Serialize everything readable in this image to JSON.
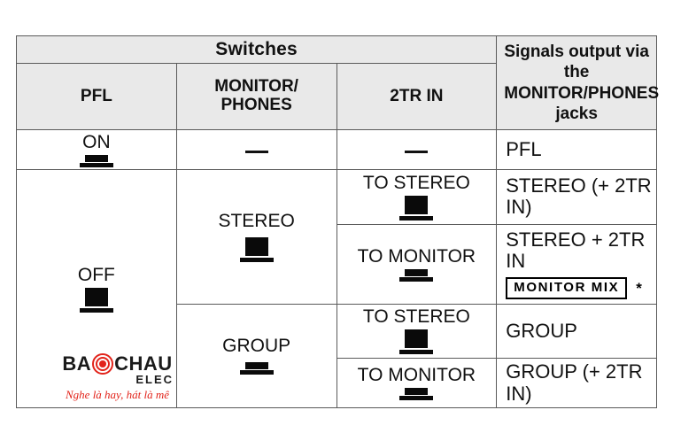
{
  "table": {
    "header": {
      "group_switches": "Switches",
      "col_pfl": "PFL",
      "col_monitor_phones": "MONITOR/\nPHONES",
      "col_monitor_phones_line1": "MONITOR/",
      "col_monitor_phones_line2": "PHONES",
      "col_2tr_in": "2TR IN",
      "col_output": "Signals output via the MONITOR/PHONES jacks",
      "col_output_line1": "Signals output via the",
      "col_output_line2": "MONITOR/PHONES",
      "col_output_line3": "jacks"
    },
    "rows": [
      {
        "pfl": "ON",
        "pfl_icon": "switch-pressed-icon",
        "monitor_phones": "—",
        "monitor_phones_icon": "dash",
        "tr2_in": "—",
        "tr2_in_icon": "dash",
        "output": "PFL"
      },
      {
        "pfl": "OFF",
        "pfl_icon": "switch-raised-icon",
        "monitor_phones": "STEREO",
        "monitor_phones_icon": "switch-raised-icon",
        "tr2_in": "TO STEREO",
        "tr2_in_icon": "switch-raised-icon",
        "output": "STEREO (+ 2TR IN)"
      },
      {
        "pfl": "",
        "monitor_phones": "",
        "tr2_in": "TO MONITOR",
        "tr2_in_icon": "switch-pressed-icon",
        "output": "STEREO + 2TR IN",
        "output_tag": "MONITOR MIX",
        "output_footnote": "*"
      },
      {
        "pfl": "",
        "monitor_phones": "GROUP",
        "monitor_phones_icon": "switch-pressed-icon",
        "tr2_in": "TO STEREO",
        "tr2_in_icon": "switch-raised-icon",
        "output": "GROUP"
      },
      {
        "pfl": "",
        "monitor_phones": "",
        "tr2_in": "TO MONITOR",
        "tr2_in_icon": "switch-pressed-icon",
        "output": "GROUP (+ 2TR IN)"
      }
    ]
  },
  "watermark": {
    "brand_part1": "BA",
    "brand_part2": "CHAU",
    "brand_sub": "ELEC",
    "tagline": "Nghe là hay, hát là mê",
    "logo_icon": "target-circle-icon",
    "color": "#e2231a"
  },
  "colors": {
    "header_bg": "#e9e9e9",
    "border": "#5a5a5a",
    "text": "#111111",
    "page_bg": "#ffffff",
    "accent_red": "#e2231a"
  }
}
